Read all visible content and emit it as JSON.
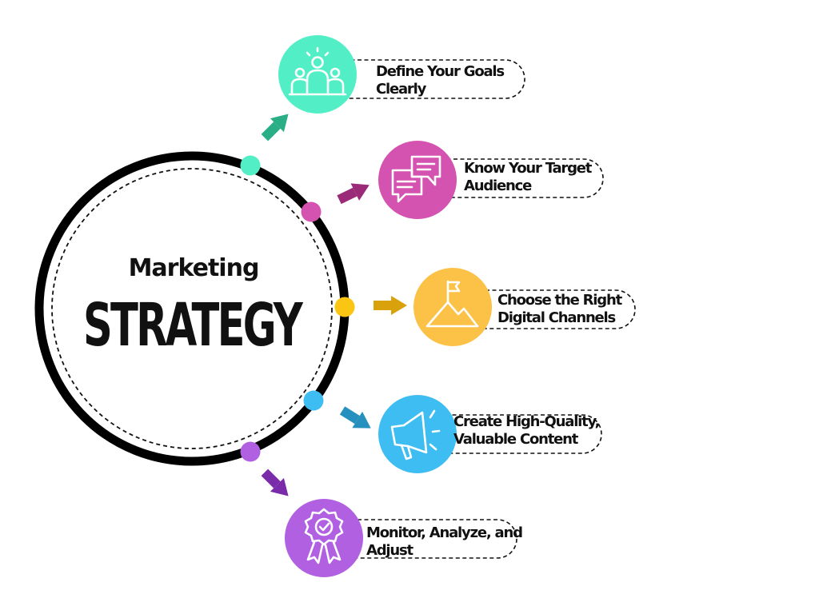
{
  "center": {
    "subtitle": "Marketing",
    "title": "STRATEGY",
    "text_color": "#111111"
  },
  "steps": [
    {
      "label_lines": [
        "Define Your Goals",
        "Clearly"
      ],
      "icon": "people-group-icon",
      "color": "#52EFC6",
      "arrow_color": "#2AAE86",
      "dot_color": "#52EFC6"
    },
    {
      "label_lines": [
        "Know Your Target",
        "Audience"
      ],
      "icon": "chat-bubbles-icon",
      "color": "#D553B0",
      "arrow_color": "#9B2A79",
      "dot_color": "#D553B0"
    },
    {
      "label_lines": [
        "Choose the Right",
        "Digital Channels"
      ],
      "icon": "mountain-flag-icon",
      "color": "#FBC247",
      "arrow_color": "#D9A20C",
      "dot_color": "#FBC514"
    },
    {
      "label_lines": [
        "Create High-Quality,",
        "Valuable Content"
      ],
      "icon": "megaphone-icon",
      "color": "#3EBDF2",
      "arrow_color": "#2690BF",
      "dot_color": "#3EBDF2"
    },
    {
      "label_lines": [
        "Monitor, Analyze, and",
        "Adjust"
      ],
      "icon": "award-badge-icon",
      "color": "#B160E2",
      "arrow_color": "#7A2BAA",
      "dot_color": "#B160E2"
    }
  ]
}
